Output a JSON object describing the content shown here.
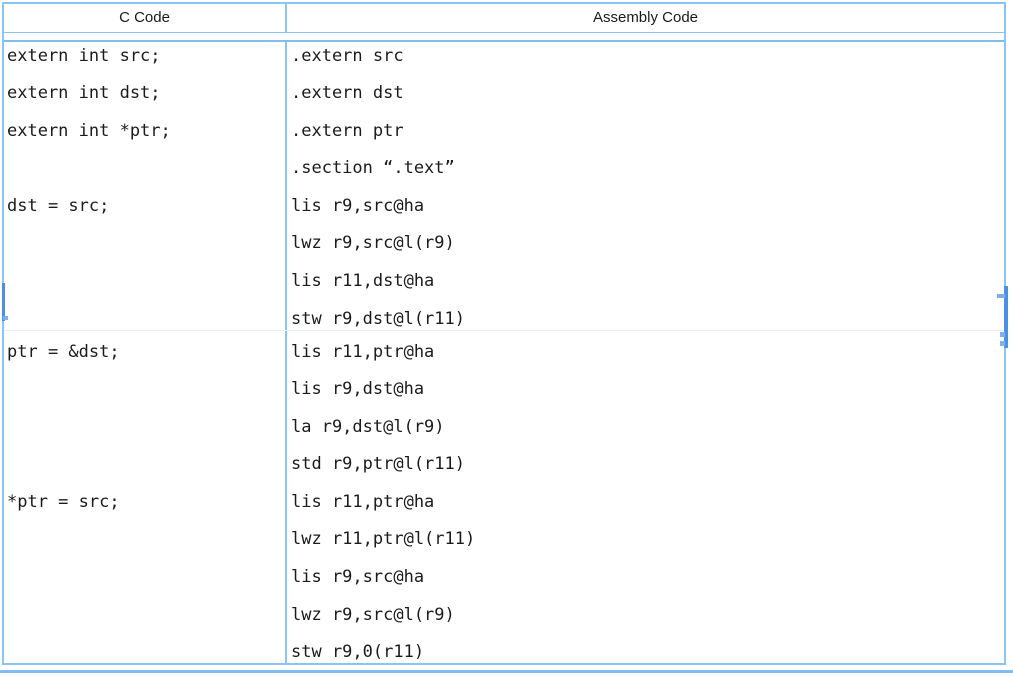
{
  "header": {
    "c_label": "C Code",
    "assembly_label": "Assembly Code"
  },
  "rows": [
    {
      "c_lines": [
        "extern int src;",
        "extern int dst;",
        "extern int *ptr;",
        "",
        "dst = src;"
      ],
      "asm_lines": [
        ".extern src",
        ".extern dst",
        ".extern ptr",
        ".section “.text”",
        "lis r9,src@ha",
        "lwz r9,src@l(r9)",
        "lis r11,dst@ha",
        "stw r9,dst@l(r11)"
      ]
    },
    {
      "c_lines": [
        "ptr = &dst;",
        "",
        "",
        "",
        "*ptr = src;"
      ],
      "asm_lines": [
        "lis r11,ptr@ha",
        "lis r9,dst@ha",
        "la r9,dst@l(r9)",
        "std r9,ptr@l(r11)",
        "lis r11,ptr@ha",
        "lwz r11,ptr@l(r11)",
        "lis r9,src@ha",
        "lwz r9,src@l(r9)",
        "stw r9,0(r11)"
      ]
    }
  ],
  "colors": {
    "border_blue": "#89c4f4",
    "rule_blue": "#7fbef2",
    "faint_divider": "#e4eff9",
    "handle_blue": "#4c90e4",
    "tick_blue": "#7fb0ee",
    "text": "#1b1b1b"
  }
}
